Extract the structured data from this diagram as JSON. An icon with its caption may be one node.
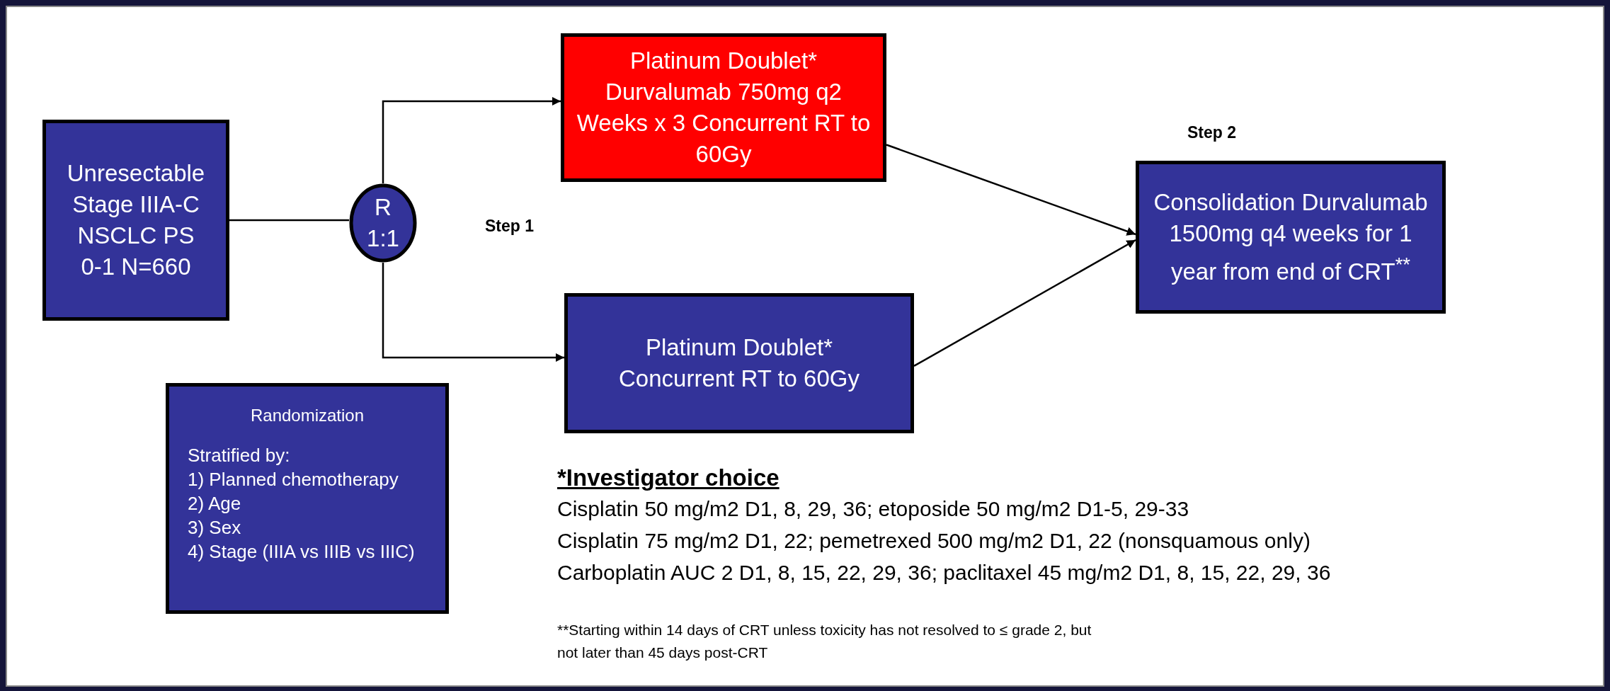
{
  "diagram": {
    "nodes": [
      {
        "text": [
          "Unresectable Stage IIIA-C NSCLC PS 0-1 N=660"
        ]
      },
      {
        "text": [
          "R 1:1"
        ]
      },
      {
        "text": [
          "Platinum Doublet* Durvalumab 750mg q2 Weeks x 3 Concurrent RT to 60Gy"
        ]
      },
      {
        "text": [
          "Platinum Doublet* Concurrent RT to 60Gy"
        ]
      },
      {
        "text": [
          "Consolidation Durvalumab 1500mg q4 weeks for 1 year from end of CRT$^{**}$"
        ]
      },
      {
        "text": [
          "Randomization",
          "Stratified by:",
          "1) Planned chemotherapy",
          "2) Age",
          "3) Sex",
          "4) Stage (IIIA vs IIIB vs IIIC)"
        ]
      }
    ],
    "edges": [
      {
        "from": 0,
        "to": 1,
        "arrow": "none"
      },
      {
        "from": 1,
        "to": 2,
        "arrow": "to"
      },
      {
        "from": 1,
        "to": 3,
        "arrow": "to"
      },
      {
        "from": 2,
        "to": 4,
        "arrow": "to"
      },
      {
        "from": 3,
        "to": 4,
        "arrow": "to"
      }
    ],
    "labels": [
      "Step 2",
      "Step 1",
      "*Investigator choice",
      "Cisplatin 50 mg/m2 D1, 8, 29, 36; etoposide 50 mg/m2 D1-5, 29-33",
      "Cisplatin 75 mg/m2 D1, 22; pemetrexed 500 mg/m2 D1, 22 (nonsquamous only)",
      "Carboplatin AUC 2 D1, 8, 15, 22, 29, 36; paclitaxel 45 mg/m2 D1, 8, 15, 22, 29, 36",
      "**Starting within 14 days of CRT unless toxicity has not resolved to ≤ grade 2, but not later than 45 days post-CRT"
    ]
  }
}
